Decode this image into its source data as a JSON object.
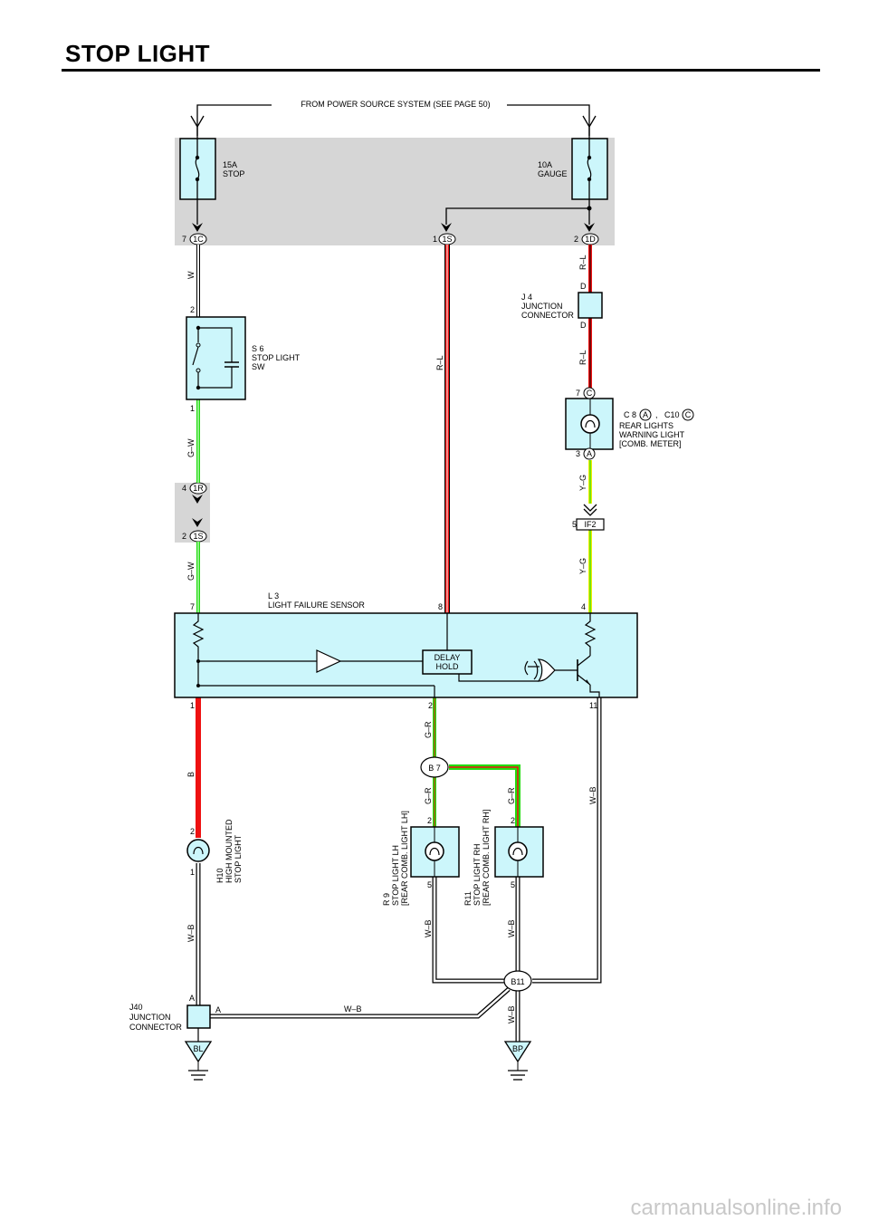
{
  "page_title": "STOP LIGHT",
  "watermark": "carmanualsonline.info",
  "power_source": "FROM POWER SOURCE SYSTEM (SEE PAGE 50)",
  "fuses": [
    {
      "rating": "15A",
      "name": "STOP"
    },
    {
      "rating": "10A",
      "name": "GAUGE"
    }
  ],
  "junction_block_terminals": [
    {
      "pin": "7",
      "conn": "1C"
    },
    {
      "pin": "1",
      "conn": "1S"
    },
    {
      "pin": "2",
      "conn": "1D"
    },
    {
      "pin": "4",
      "conn": "1R"
    },
    {
      "pin": "2",
      "conn": "1S"
    }
  ],
  "components": {
    "s6": {
      "code": "S 6",
      "line1": "STOP LIGHT",
      "line2": "SW",
      "pin_top": "2",
      "pin_bottom": "1"
    },
    "j4": {
      "code": "J 4",
      "line1": "JUNCTION",
      "line2": "CONNECTOR",
      "pin_top": "D",
      "pin_bottom": "D"
    },
    "c8": {
      "code": "C 8",
      "conn_a": "A",
      "sep": ",",
      "code2": "C10",
      "conn_c": "C",
      "line1": "REAR LIGHTS",
      "line2": "WARNING LIGHT",
      "line3": "[COMB.  METER]",
      "pin_top": "7",
      "pin_top_conn": "C",
      "pin_bottom": "3",
      "pin_bottom_conn": "A"
    },
    "if2": {
      "pin": "5",
      "name": "IF2"
    },
    "l3": {
      "code": "L 3",
      "name": "LIGHT FAILURE SENSOR",
      "pin_7": "7",
      "pin_8": "8",
      "pin_4": "4",
      "pin_1": "1",
      "pin_2": "2",
      "pin_11": "11",
      "delay1": "DELAY",
      "delay2": "HOLD"
    },
    "h10": {
      "code": "H10",
      "line1": "HIGH MOUNTED",
      "line2": "STOP LIGHT",
      "pin_top": "2",
      "pin_bottom": "1"
    },
    "r9": {
      "code": "R 9",
      "line1": "STOP LIGHT LH",
      "line2": "[REAR COMB.  LIGHT LH]",
      "pin_top": "2",
      "pin_bottom": "5"
    },
    "r11": {
      "code": "R11",
      "line1": "STOP LIGHT RH",
      "line2": "[REAR COMB.  LIGHT RH]",
      "pin_top": "2",
      "pin_bottom": "5"
    },
    "b7": {
      "name": "B 7"
    },
    "b11": {
      "name": "B11"
    },
    "j40": {
      "code": "J40",
      "line1": "JUNCTION",
      "line2": "CONNECTOR",
      "pin_top": "A",
      "pin_right": "A"
    },
    "bl": {
      "name": "BL"
    },
    "bp": {
      "name": "BP"
    }
  },
  "wire_colors": {
    "w": "W",
    "gw1": "G–W",
    "gw2": "G–W",
    "rl_center": "R–L",
    "rl1": "R–L",
    "rl2": "R–L",
    "yg1": "Y–G",
    "yg2": "Y–G",
    "b": "B",
    "gr1": "G–R",
    "gr2": "G–R",
    "gr3": "G–R",
    "wb_right": "W–B",
    "wb_h10": "W–B",
    "wb_r9": "W–B",
    "wb_r11": "W–B",
    "wb_ground": "W–B",
    "wb_bottom": "W–B"
  },
  "colors": {
    "shade": "#d6d6d6",
    "box": "#ccf6fb",
    "red": "#ee1111",
    "green": "#22dd11",
    "yellow": "#eeee00"
  }
}
